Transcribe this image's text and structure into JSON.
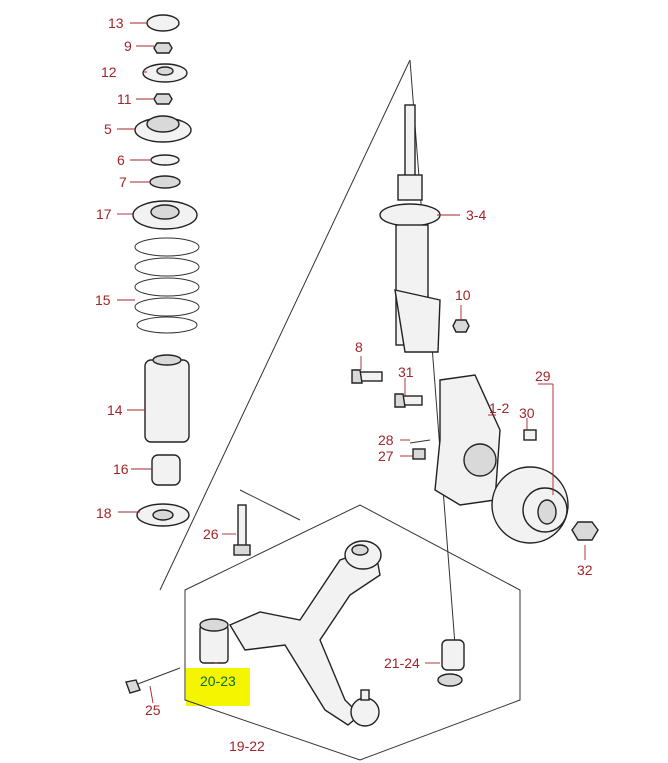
{
  "title": "",
  "labels": {
    "l13": "13",
    "l9": "9",
    "l12": "12",
    "l11": "11",
    "l5": "5",
    "l6": "6",
    "l7": "7",
    "l17": "17",
    "l15": "15",
    "l14": "14",
    "l16": "16",
    "l18": "18",
    "l26": "26",
    "l25": "25",
    "l2023": "20-23",
    "l1922": "19-22",
    "l34": "3-4",
    "l10": "10",
    "l8": "8",
    "l31": "31",
    "l29": "29",
    "l12b": "1-2",
    "l30": "30",
    "l28": "28",
    "l27": "27",
    "l32": "32",
    "l2124": "21-24"
  },
  "highlight_color": "#f5f500",
  "label_color": "#a3242a"
}
